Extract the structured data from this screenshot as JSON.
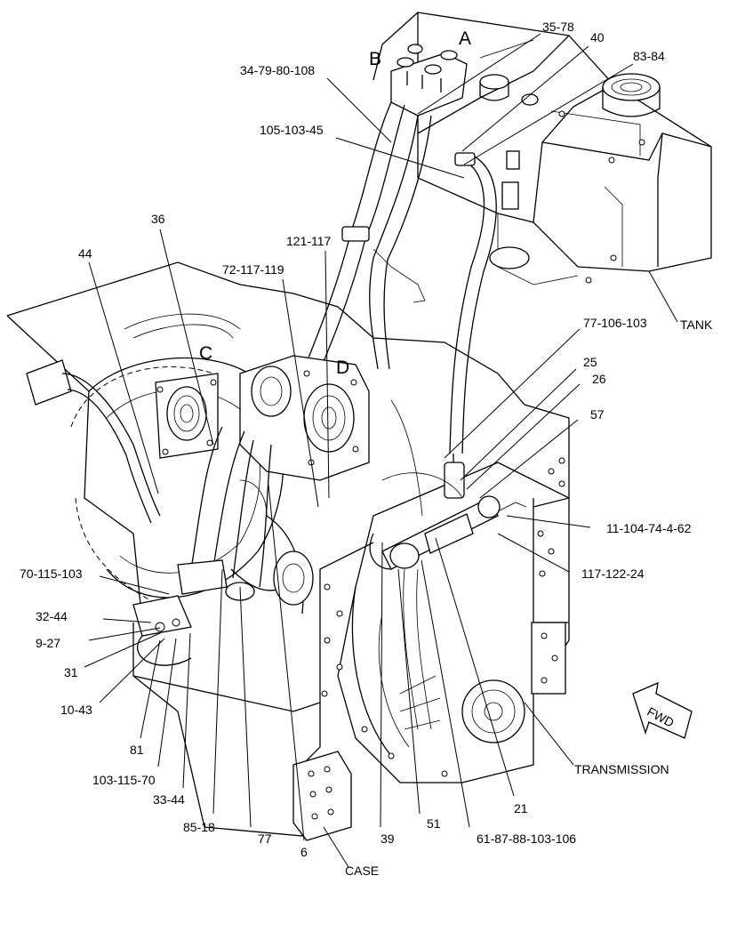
{
  "callouts": [
    "35-78",
    "40",
    "83-84",
    "34-79-80-108",
    "105-103-45",
    "36",
    "44",
    "121-117",
    "72-117-119",
    "77-106-103",
    "25",
    "26",
    "57",
    "11-104-74-4-62",
    "117-122-24",
    "70-115-103",
    "32-44",
    "9-27",
    "31",
    "10-43",
    "81",
    "103-115-70",
    "33-44",
    "85-18",
    "77",
    "6",
    "39",
    "51",
    "61-87-88-103-106",
    "21"
  ],
  "view_letters": [
    "A",
    "B",
    "C",
    "D"
  ],
  "component_labels": {
    "tank": "TANK",
    "transmission": "TRANSMISSION",
    "case": "CASE"
  },
  "direction_label": "FWD"
}
